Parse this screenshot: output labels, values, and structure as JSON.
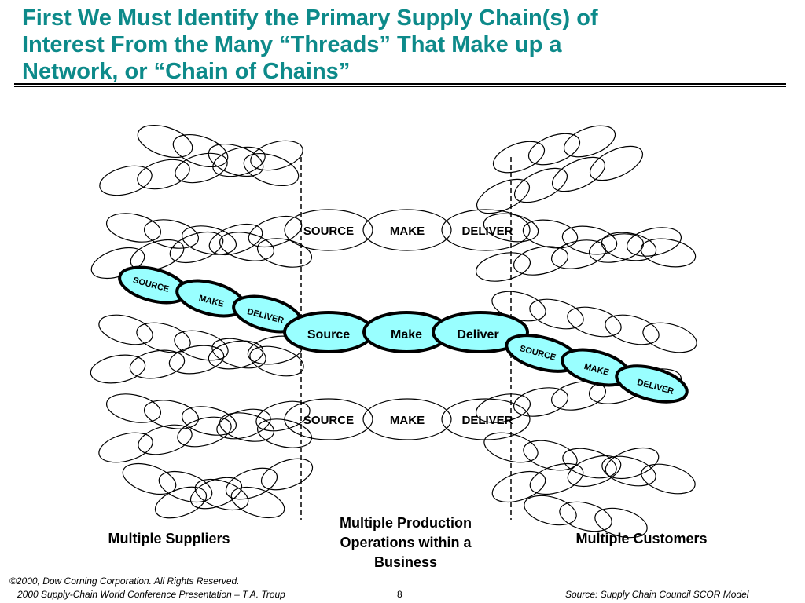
{
  "title": {
    "lines": [
      "First  We   Must   Identify  the  Primary  Supply Chain(s) of",
      "Interest  From  the  Many  “Threads” That  Make up a",
      "Network, or “Chain of Chains”"
    ]
  },
  "diagram": {
    "top_chain": {
      "source": "SOURCE",
      "make": "MAKE",
      "deliver": "DELIVER"
    },
    "bottom_chain": {
      "source": "SOURCE",
      "make": "MAKE",
      "deliver": "DELIVER"
    },
    "primary_chain": {
      "source": "Source",
      "make": "Make",
      "deliver": "Deliver"
    },
    "supplier_chain": {
      "source": "SOURCE",
      "make": "MAKE",
      "deliver": "DELIVER"
    },
    "customer_chain": {
      "source": "SOURCE",
      "make": "MAKE",
      "deliver": "DELIVER"
    },
    "colors": {
      "highlight": "#99ffff",
      "outline": "#000000",
      "title": "#0d8a8a"
    }
  },
  "labels": {
    "suppliers": "Multiple Suppliers",
    "production": [
      "Multiple Production",
      "Operations within a",
      "Business"
    ],
    "customers": "Multiple Customers"
  },
  "footer": {
    "copyright": "©2000, Dow Corning Corporation. All Rights Reserved.",
    "presentation": "2000 Supply-Chain World Conference Presentation – T.A. Troup",
    "page_number": "8",
    "source": "Source: Supply Chain Council SCOR Model"
  }
}
